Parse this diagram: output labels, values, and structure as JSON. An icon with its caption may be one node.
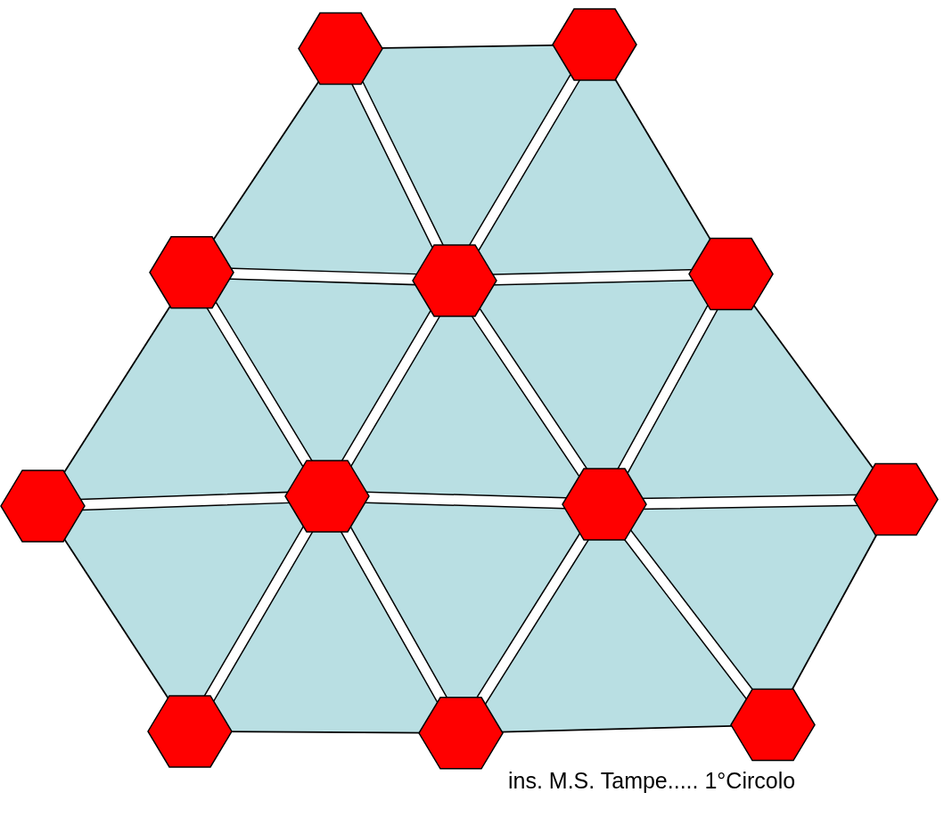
{
  "diagram": {
    "nodes": [
      {
        "text": [],
        "shape": "hexagon"
      },
      {
        "text": [],
        "shape": "hexagon"
      },
      {
        "text": [],
        "shape": "hexagon"
      },
      {
        "text": [],
        "shape": "hexagon"
      },
      {
        "text": [],
        "shape": "hexagon"
      },
      {
        "text": [],
        "shape": "hexagon"
      },
      {
        "text": [],
        "shape": "hexagon"
      },
      {
        "text": [],
        "shape": "hexagon"
      },
      {
        "text": [],
        "shape": "hexagon"
      },
      {
        "text": [],
        "shape": "hexagon"
      },
      {
        "text": [],
        "shape": "hexagon"
      },
      {
        "text": [],
        "shape": "hexagon"
      }
    ],
    "edges": [
      {
        "from": 0,
        "to": 1,
        "arrow": "none"
      },
      {
        "from": 0,
        "to": 2,
        "arrow": "none"
      },
      {
        "from": 0,
        "to": 3,
        "arrow": "none",
        "style": "thick"
      },
      {
        "from": 1,
        "to": 3,
        "arrow": "none",
        "style": "thick"
      },
      {
        "from": 1,
        "to": 4,
        "arrow": "none"
      },
      {
        "from": 2,
        "to": 3,
        "arrow": "none",
        "style": "thick"
      },
      {
        "from": 3,
        "to": 4,
        "arrow": "none",
        "style": "thick"
      },
      {
        "from": 2,
        "to": 5,
        "arrow": "none"
      },
      {
        "from": 2,
        "to": 6,
        "arrow": "none",
        "style": "thick"
      },
      {
        "from": 3,
        "to": 6,
        "arrow": "none",
        "style": "thick"
      },
      {
        "from": 3,
        "to": 7,
        "arrow": "none",
        "style": "thick"
      },
      {
        "from": 4,
        "to": 7,
        "arrow": "none",
        "style": "thick"
      },
      {
        "from": 4,
        "to": 8,
        "arrow": "none"
      },
      {
        "from": 5,
        "to": 6,
        "arrow": "none",
        "style": "thick"
      },
      {
        "from": 6,
        "to": 7,
        "arrow": "none",
        "style": "thick"
      },
      {
        "from": 7,
        "to": 8,
        "arrow": "none",
        "style": "thick"
      },
      {
        "from": 5,
        "to": 9,
        "arrow": "none"
      },
      {
        "from": 6,
        "to": 9,
        "arrow": "none",
        "style": "thick"
      },
      {
        "from": 6,
        "to": 10,
        "arrow": "none",
        "style": "thick"
      },
      {
        "from": 7,
        "to": 10,
        "arrow": "none",
        "style": "thick"
      },
      {
        "from": 7,
        "to": 11,
        "arrow": "none",
        "style": "thick"
      },
      {
        "from": 8,
        "to": 11,
        "arrow": "none"
      },
      {
        "from": 9,
        "to": 10,
        "arrow": "none"
      },
      {
        "from": 10,
        "to": 11,
        "arrow": "none"
      }
    ],
    "labels": [
      "ins. M.S. Tampe..... 1°Circolo"
    ]
  }
}
